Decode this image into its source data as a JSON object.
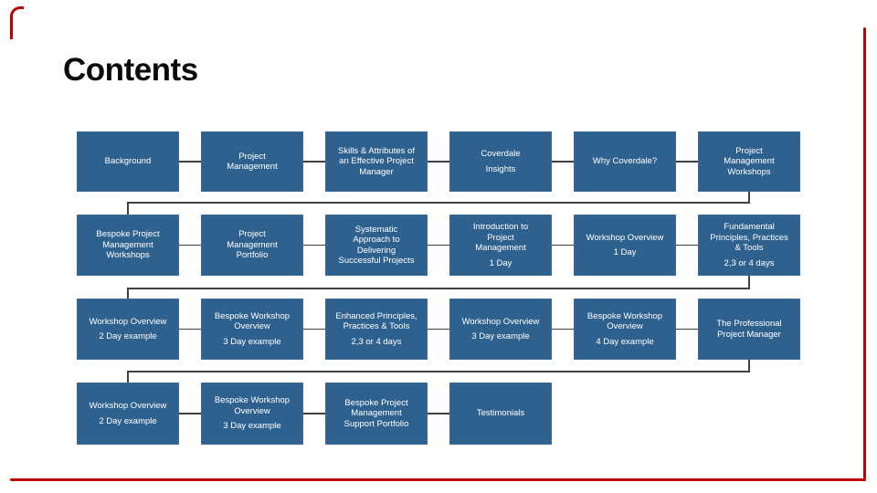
{
  "title": "Contents",
  "colors": {
    "background": "#FFFFFF",
    "title_text": "#0A0A0A",
    "box_fill": "#2F618F",
    "box_edge": "#3A6C99",
    "box_text": "#FFFFFF",
    "connector": "#3F3F3F",
    "accent_red": "#C00000"
  },
  "diagram": {
    "boxes": [
      {
        "row": 1,
        "col": 1,
        "lines": [
          "Background"
        ]
      },
      {
        "row": 1,
        "col": 2,
        "lines": [
          "Project",
          "Management"
        ]
      },
      {
        "row": 1,
        "col": 3,
        "lines": [
          "Skills & Attributes of",
          "an Effective Project",
          "Manager"
        ]
      },
      {
        "row": 1,
        "col": 4,
        "lines": [
          "Coverdale"
        ],
        "sub": [
          "Insights"
        ]
      },
      {
        "row": 1,
        "col": 5,
        "lines": [
          "Why Coverdale?"
        ]
      },
      {
        "row": 1,
        "col": 6,
        "lines": [
          "Project",
          "Management",
          "Workshops"
        ]
      },
      {
        "row": 2,
        "col": 1,
        "lines": [
          "Bespoke Project",
          "Management",
          "Workshops"
        ]
      },
      {
        "row": 2,
        "col": 2,
        "lines": [
          "Project",
          "Management",
          "Portfolio"
        ]
      },
      {
        "row": 2,
        "col": 3,
        "lines": [
          "Systematic",
          "Approach to",
          "Delivering",
          "Successful Projects"
        ]
      },
      {
        "row": 2,
        "col": 4,
        "lines": [
          "Introduction to",
          "Project",
          "Management"
        ],
        "sub": [
          "1 Day"
        ]
      },
      {
        "row": 2,
        "col": 5,
        "lines": [
          "Workshop Overview"
        ],
        "sub": [
          "1 Day"
        ]
      },
      {
        "row": 2,
        "col": 6,
        "lines": [
          "Fundamental",
          "Principles, Practices",
          "& Tools"
        ],
        "sub": [
          "2,3 or 4 days"
        ]
      },
      {
        "row": 3,
        "col": 1,
        "lines": [
          "Workshop Overview"
        ],
        "sub": [
          "2 Day example"
        ]
      },
      {
        "row": 3,
        "col": 2,
        "lines": [
          "Bespoke Workshop",
          "Overview"
        ],
        "sub": [
          "3 Day example"
        ]
      },
      {
        "row": 3,
        "col": 3,
        "lines": [
          "Enhanced Principles,",
          "Practices & Tools"
        ],
        "sub": [
          "2,3 or 4 days"
        ]
      },
      {
        "row": 3,
        "col": 4,
        "lines": [
          "Workshop Overview"
        ],
        "sub": [
          "3 Day example"
        ]
      },
      {
        "row": 3,
        "col": 5,
        "lines": [
          "Bespoke Workshop",
          "Overview"
        ],
        "sub": [
          "4 Day example"
        ]
      },
      {
        "row": 3,
        "col": 6,
        "lines": [
          "The Professional",
          "Project Manager"
        ]
      },
      {
        "row": 4,
        "col": 1,
        "lines": [
          "Workshop Overview"
        ],
        "sub": [
          "2 Day example"
        ]
      },
      {
        "row": 4,
        "col": 2,
        "lines": [
          "Bespoke Workshop",
          "Overview"
        ],
        "sub": [
          "3 Day example"
        ]
      },
      {
        "row": 4,
        "col": 3,
        "lines": [
          "Bespoke Project",
          "Management",
          "Support Portfolio"
        ]
      },
      {
        "row": 4,
        "col": 4,
        "lines": [
          "Testimonials"
        ]
      }
    ]
  }
}
